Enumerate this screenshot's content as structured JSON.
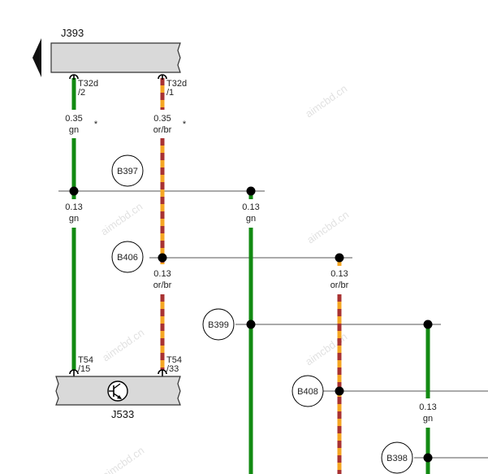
{
  "components": {
    "j393": {
      "name": "J393"
    },
    "j533": {
      "name": "J533"
    }
  },
  "connectors": {
    "t32d_2": {
      "line1": "T32d",
      "line2": "/2"
    },
    "t32d_1": {
      "line1": "T32d",
      "line2": "/1"
    },
    "t54_15": {
      "line1": "T54",
      "line2": "/15"
    },
    "t54_33": {
      "line1": "T54",
      "line2": "/33"
    }
  },
  "wires": {
    "w1_top": {
      "size": "0.35",
      "color": "gn",
      "note": "*"
    },
    "w2_top": {
      "size": "0.35",
      "color": "or/br",
      "note": "*"
    },
    "w1_low": {
      "size": "0.13",
      "color": "gn"
    },
    "w3": {
      "size": "0.13",
      "color": "gn"
    },
    "w2_low": {
      "size": "0.13",
      "color": "or/br"
    },
    "w4": {
      "size": "0.13",
      "color": "or/br"
    },
    "w5": {
      "size": "0.13",
      "color": "gn"
    }
  },
  "splices": {
    "b397": "B397",
    "b406": "B406",
    "b399": "B399",
    "b408": "B408",
    "b398": "B398"
  },
  "watermark": "aimcbd.cn",
  "colors": {
    "green": "#128a12",
    "orange": "#f5a623",
    "brown": "#a83232",
    "bus": "#555555",
    "box": "#d9d9d9",
    "box_border": "#333333"
  }
}
